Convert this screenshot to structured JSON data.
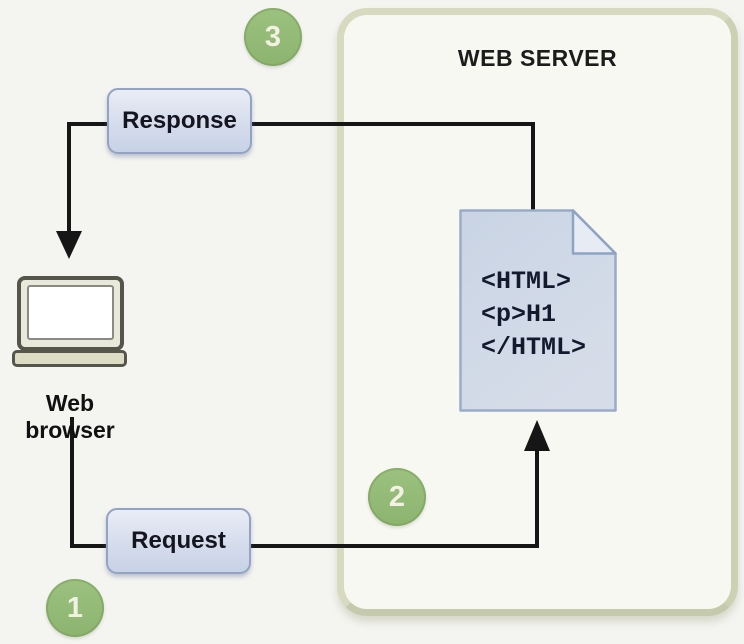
{
  "server": {
    "title": "WEB SERVER"
  },
  "boxes": {
    "response": "Response",
    "request": "Request"
  },
  "browser": {
    "label": "Web browser"
  },
  "doc": {
    "lines": [
      "<HTML>",
      "<p>H1",
      "</HTML>"
    ]
  },
  "steps": {
    "one": "1",
    "two": "2",
    "three": "3"
  },
  "icons": {
    "laptop": "laptop-icon",
    "document": "html-document-icon",
    "arrow_response": "response-arrow-icon",
    "arrow_request": "request-arrow-icon"
  },
  "colors": {
    "background": "#f4f4f1",
    "server_panel_fill": "#f8f8f2",
    "server_panel_border": "#d8dabf",
    "label_box_fill": "#ccd6e8",
    "label_box_border": "#93a3c4",
    "document_fill": "#cfd9e7",
    "document_border": "#9aabca",
    "badge_green": "#92b975",
    "arrow_black": "#161616",
    "laptop_dark": "#55554c",
    "laptop_beige": "#dcdbc4"
  }
}
